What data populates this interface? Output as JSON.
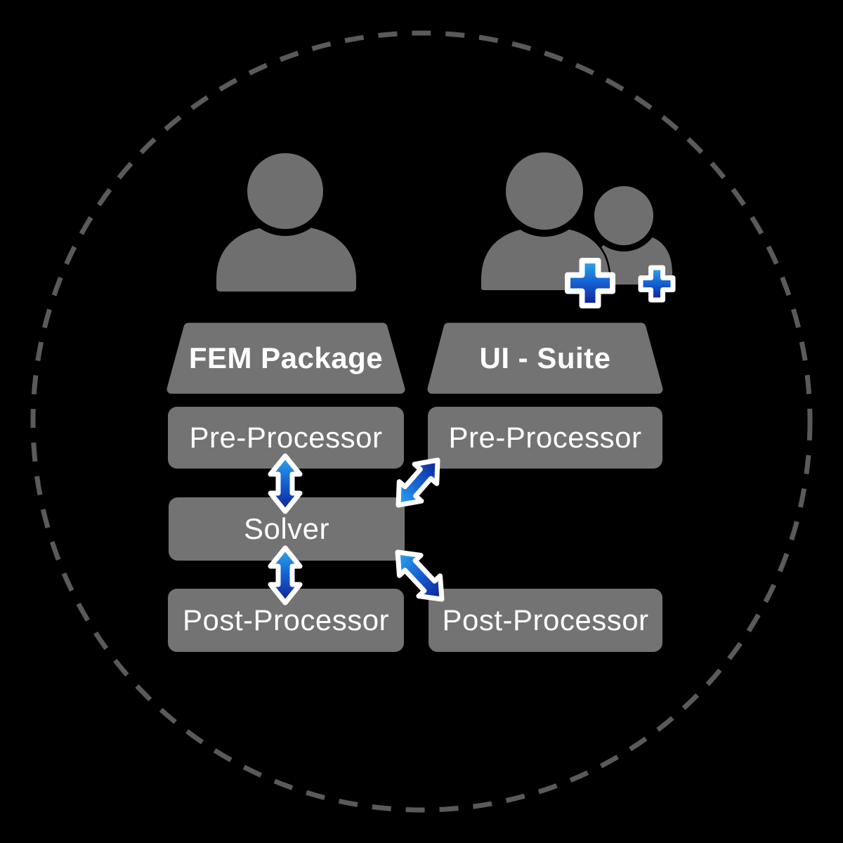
{
  "colors": {
    "background": "#000000",
    "boundary_gray": "#5A5A5A",
    "box_gray": "#737373",
    "person_gray": "#6F6F6F",
    "label_white": "#FFFFFF",
    "arrow_blue_light": "#31A9EC",
    "arrow_blue_mid": "#1766D6",
    "arrow_blue_dark": "#101E96",
    "arrow_outline_white": "#FFFFFF"
  },
  "columns": [
    {
      "header": "FEM Package",
      "boxes": [
        "Pre-Processor",
        "Solver",
        "Post-Processor"
      ]
    },
    {
      "header": "UI - Suite",
      "boxes": [
        "Pre-Processor",
        "Post-Processor"
      ]
    }
  ],
  "icons": {
    "left_figure": "single-user-icon",
    "right_figure": "two-users-icon",
    "add_badges": [
      "plus-icon-large",
      "plus-icon-small"
    ],
    "connectors": [
      "double-arrow-vertical-icon",
      "double-arrow-vertical-icon",
      "double-arrow-diagonal-icon",
      "double-arrow-diagonal-icon"
    ]
  }
}
